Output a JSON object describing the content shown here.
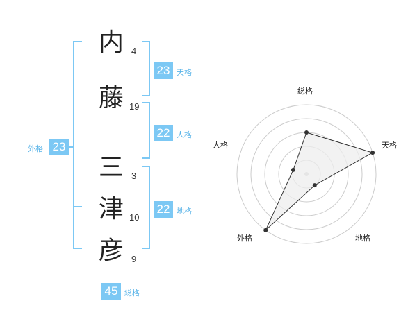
{
  "name": {
    "chars": [
      {
        "char": "内",
        "strokes": "4"
      },
      {
        "char": "藤",
        "strokes": "19"
      },
      {
        "char": "三",
        "strokes": "3"
      },
      {
        "char": "津",
        "strokes": "10"
      },
      {
        "char": "彦",
        "strokes": "9"
      }
    ]
  },
  "fortunes": {
    "tenkaku": {
      "label": "天格",
      "value": "23"
    },
    "jinkaku": {
      "label": "人格",
      "value": "22"
    },
    "chikaku": {
      "label": "地格",
      "value": "22"
    },
    "gaikaku": {
      "label": "外格",
      "value": "23"
    },
    "soukaku": {
      "label": "総格",
      "value": "45"
    }
  },
  "colors": {
    "accent": "#7cc8f4",
    "accent_text": "#5ab4e8",
    "text": "#222222",
    "grid": "#cccccc",
    "radar_fill": "#eeeeee",
    "point": "#333333"
  },
  "chart_data": {
    "type": "radar",
    "axes": [
      "総格",
      "天格",
      "地格",
      "外格",
      "人格"
    ],
    "levels": 5,
    "max": 5,
    "values": [
      3,
      5,
      1,
      5,
      1
    ]
  }
}
